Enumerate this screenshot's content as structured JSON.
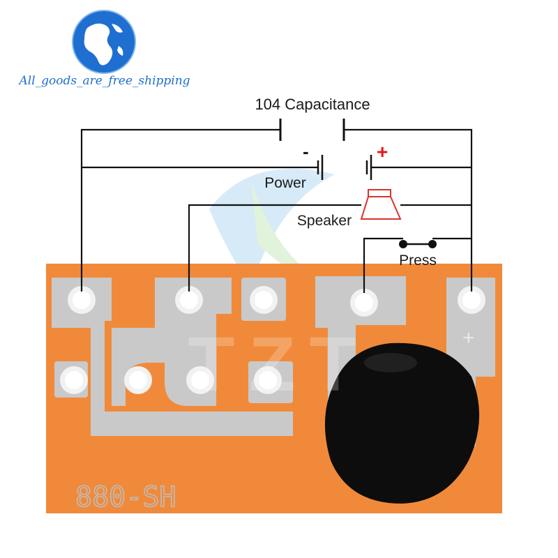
{
  "brand": {
    "store_name": "All_goods_are_free_shipping",
    "watermark": "TZT",
    "globe_color": "#1e6fd0"
  },
  "labels": {
    "capacitor": "104 Capacitance",
    "power": "Power",
    "speaker": "Speaker",
    "press": "Press",
    "minus": "-",
    "plus": "+"
  },
  "board": {
    "marking": "880-SH",
    "silk_plus": "+",
    "pcb_color": "#f08a3a",
    "pad_color": "#c9c9c9"
  },
  "colors": {
    "wire": "#111111",
    "plus_sign": "#e01b1b",
    "speaker": "#d9322b"
  },
  "icons": {
    "globe": "globe-icon",
    "speaker": "speaker-icon",
    "battery": "battery-icon",
    "capacitor": "capacitor-icon",
    "switch": "push-switch-icon"
  }
}
